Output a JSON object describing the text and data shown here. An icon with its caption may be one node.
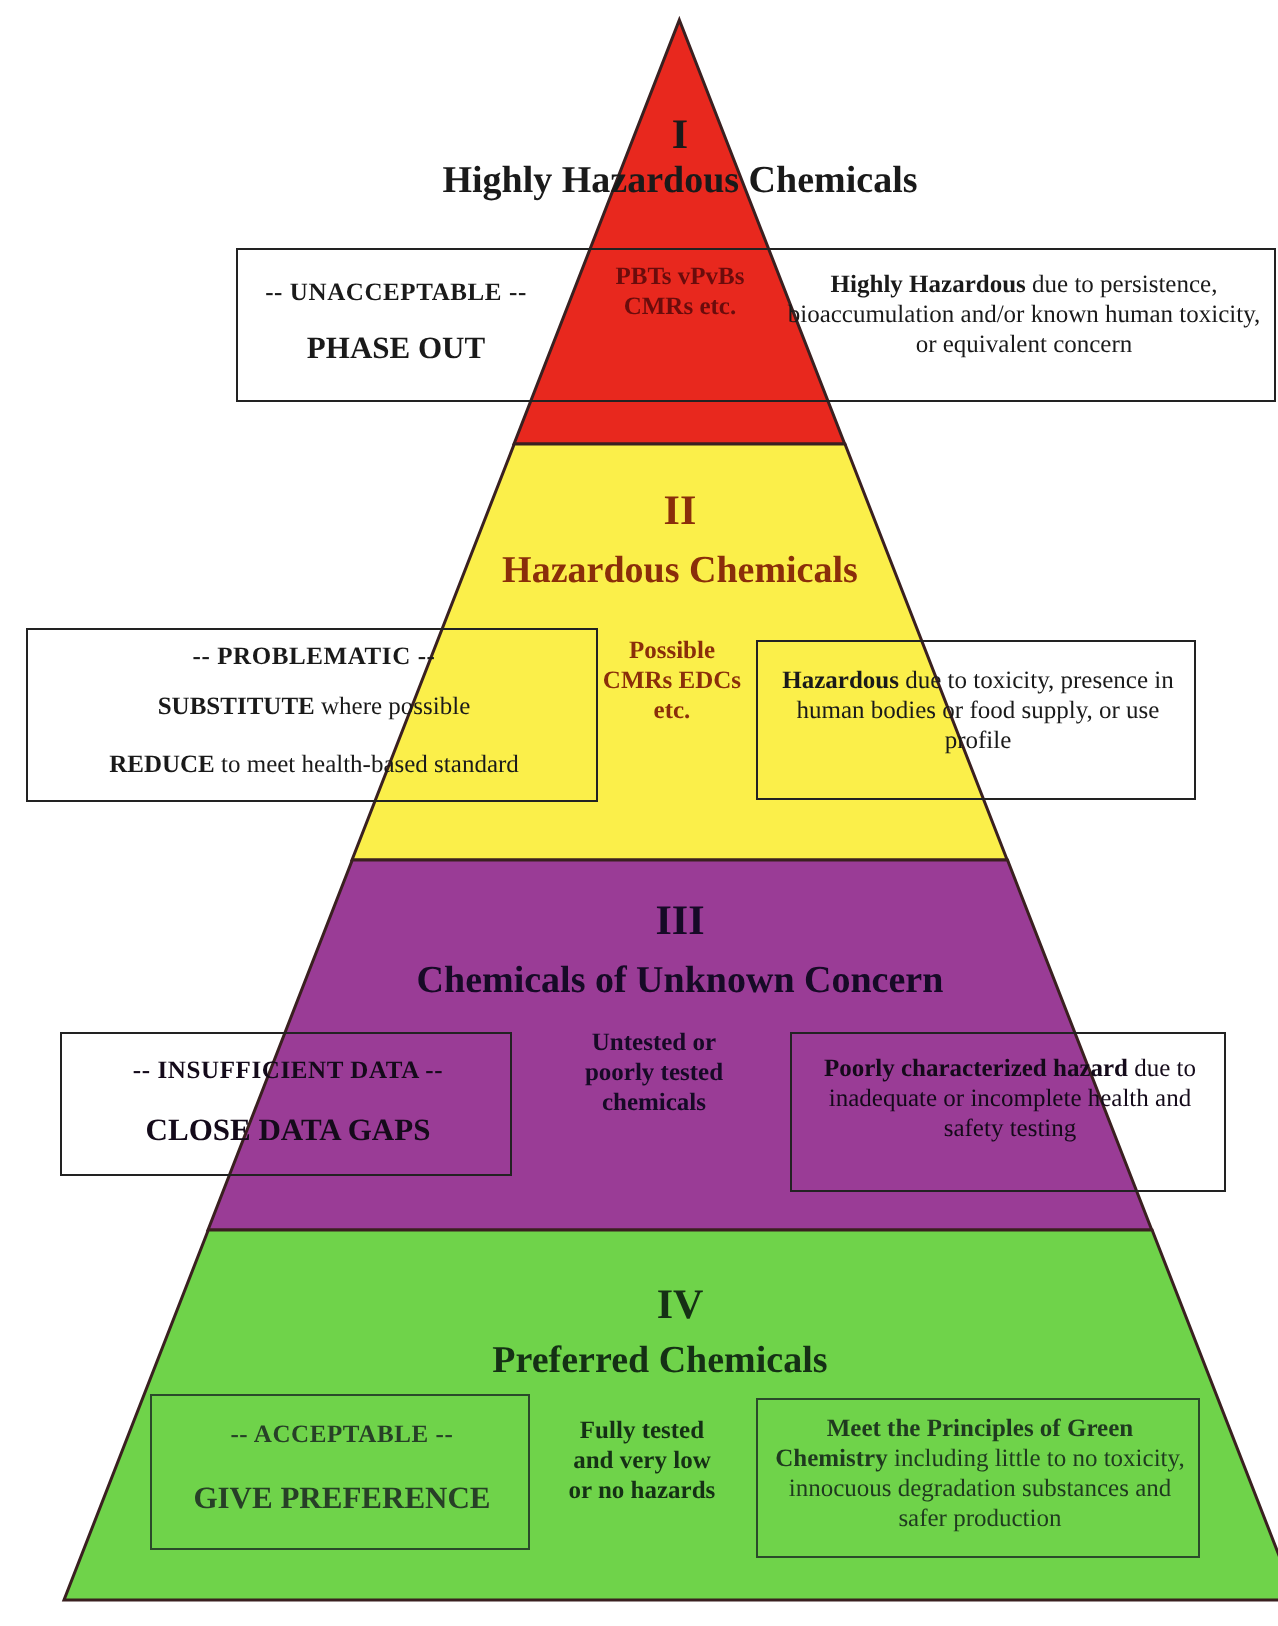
{
  "diagram": {
    "nodes": [
      {
        "text": [
          "I",
          "Highly Hazardous Chemicals",
          "PBTs vPvBs CMRs etc."
        ]
      },
      {
        "text": [
          "II",
          "Hazardous Chemicals",
          "Possible CMRs EDCs etc."
        ]
      },
      {
        "text": [
          "III",
          "Chemicals of Unknown Concern",
          "Untested or poorly tested chemicals"
        ]
      },
      {
        "text": [
          "IV",
          "Preferred Chemicals",
          "Fully tested and very low or no hazards"
        ]
      },
      {
        "text": [
          "-- UNACCEPTABLE --",
          "PHASE OUT",
          "**Highly Hazardous** due to persistence, bioaccumulation and/or known human toxicity, or equivalent concern"
        ]
      },
      {
        "text": [
          "-- PROBLEMATIC --",
          "**SUBSTITUTE** where possible",
          "**REDUCE** to meet health-based standard"
        ]
      },
      {
        "text": [
          "**Hazardous** due to toxicity, presence in human bodies or food supply, or use profile"
        ]
      },
      {
        "text": [
          "-- INSUFFICIENT DATA --",
          "CLOSE DATA GAPS"
        ]
      },
      {
        "text": [
          "**Poorly characterized hazard** due to inadequate or incomplete health and safety testing"
        ]
      },
      {
        "text": [
          "-- ACCEPTABLE --",
          "GIVE PREFERENCE"
        ],
        "in": 3
      },
      {
        "text": [
          "**Meet the Principles of Green Chemistry** including little to no toxicity, innocuous degradation substances and safer production"
        ],
        "in": 3
      }
    ]
  }
}
